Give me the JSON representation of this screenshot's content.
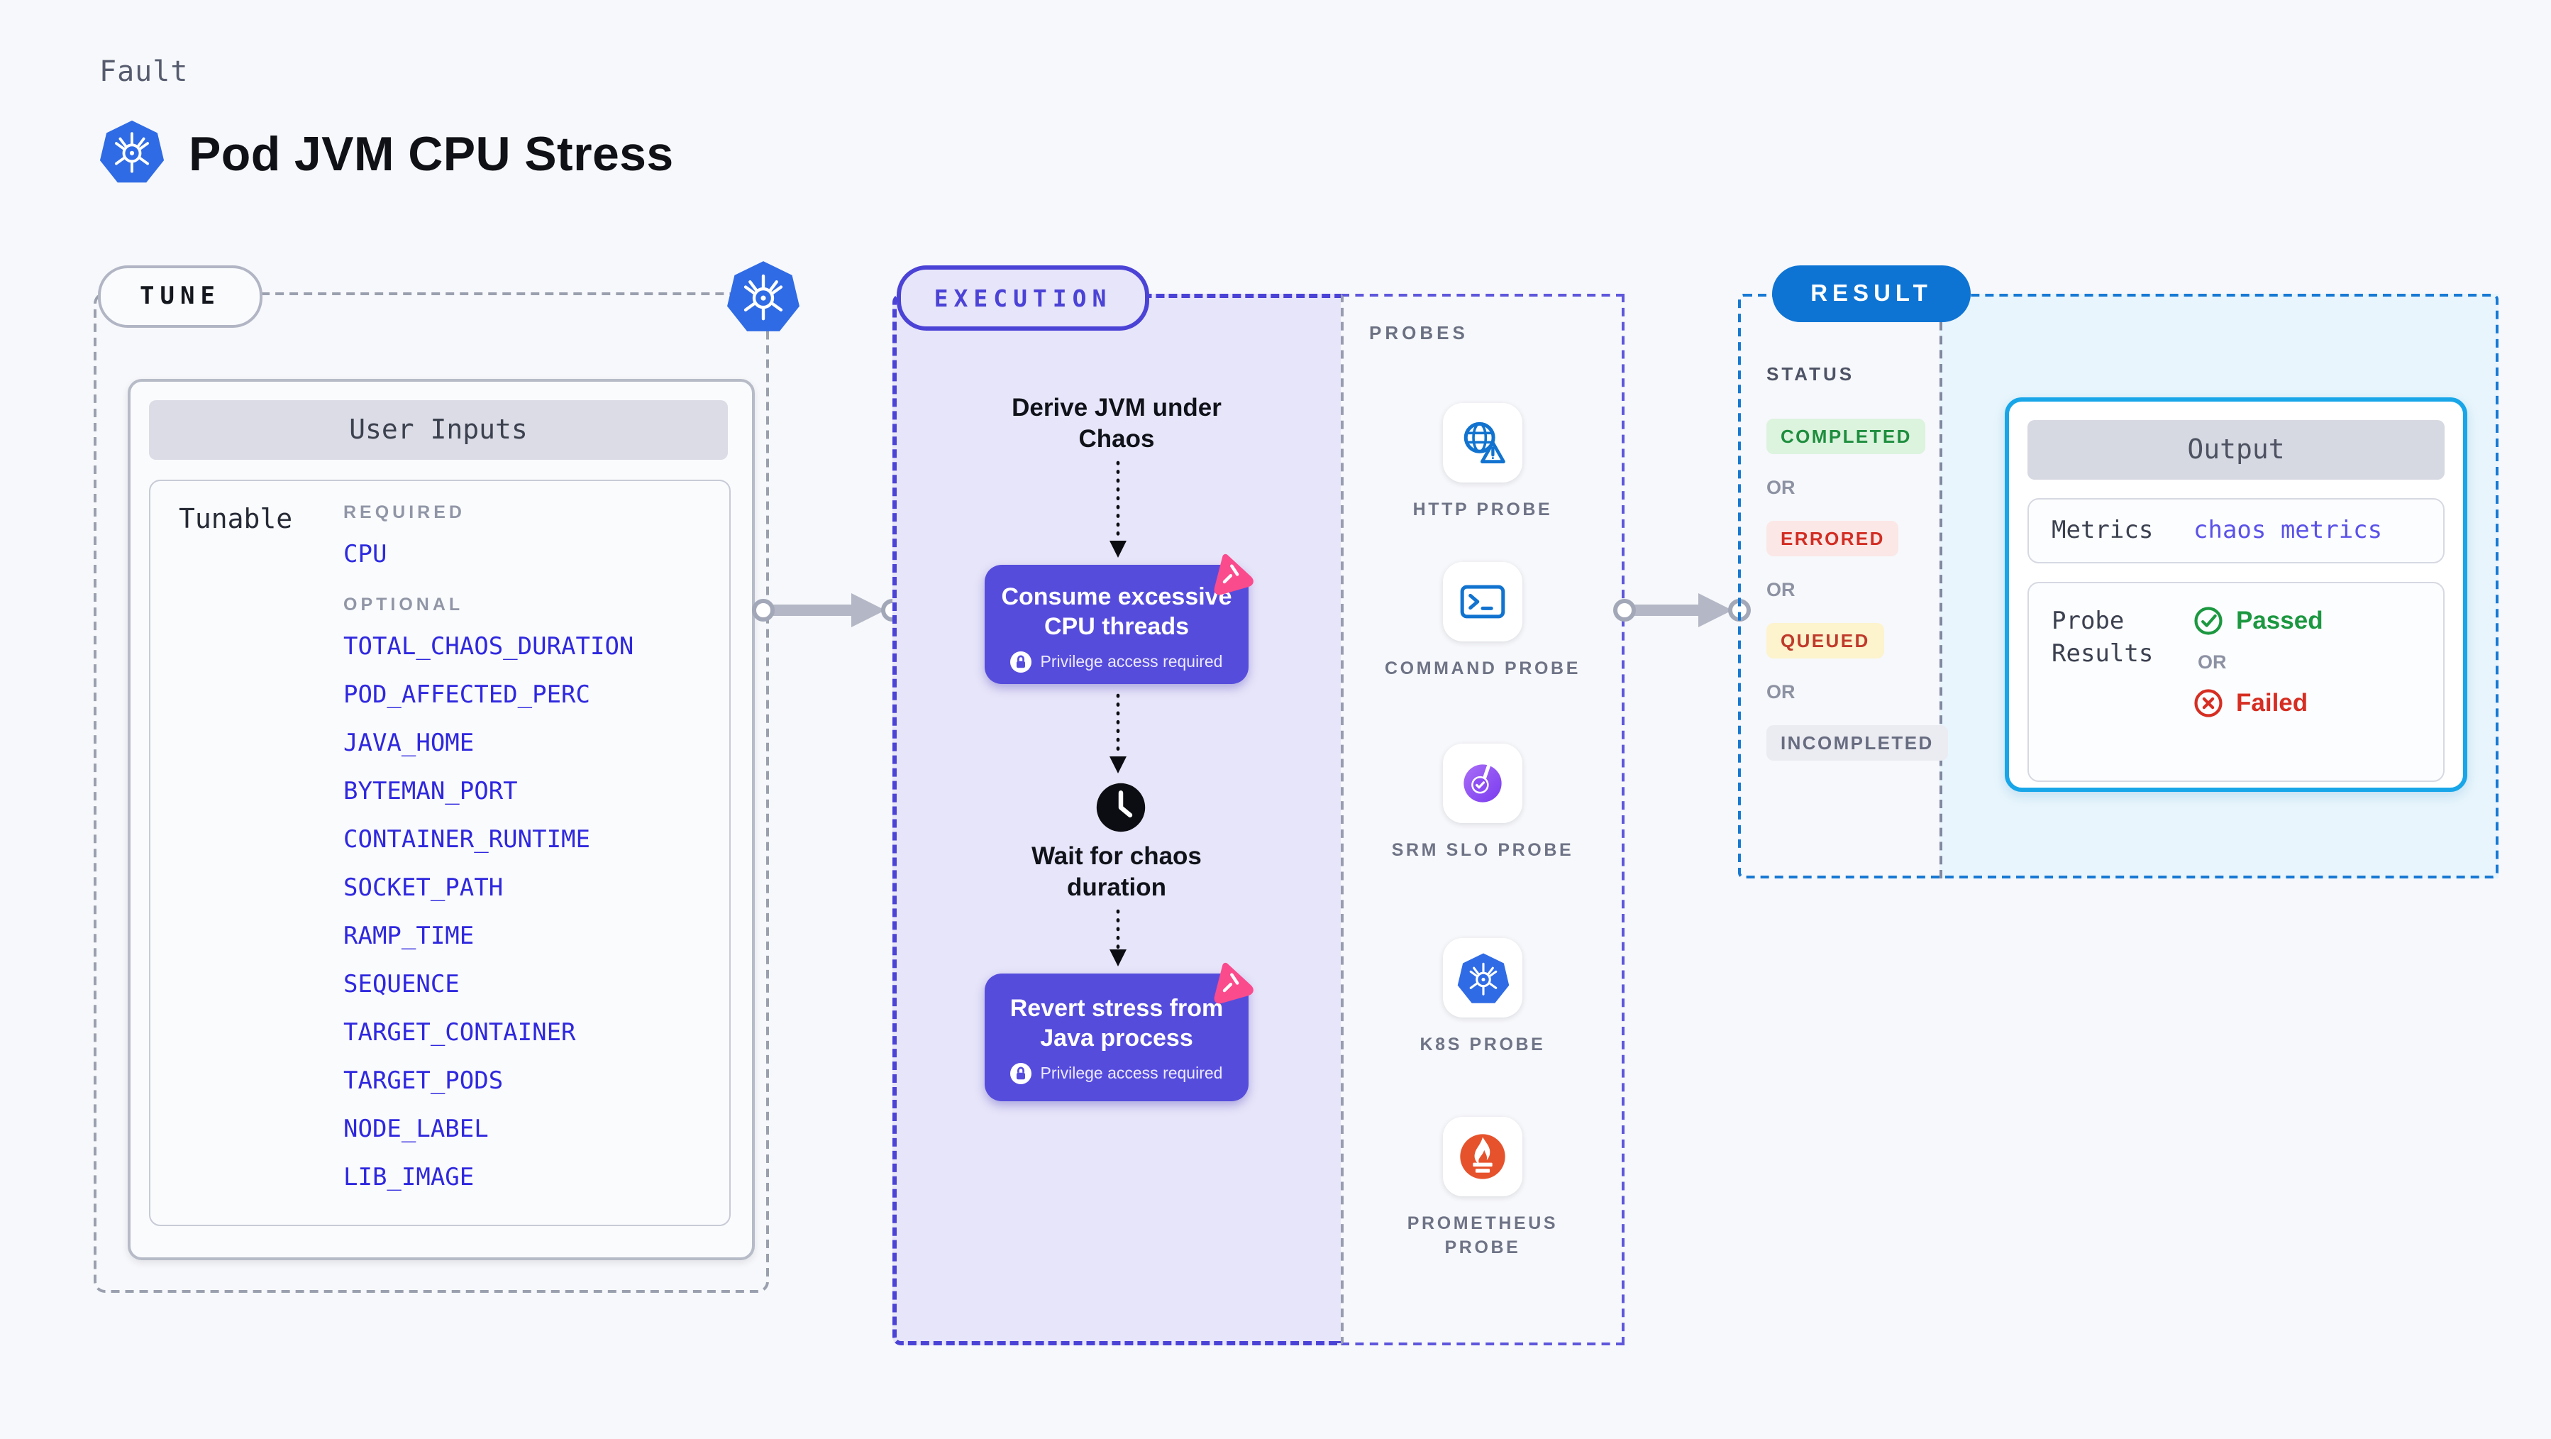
{
  "header": {
    "eyebrow": "Fault",
    "title": "Pod JVM CPU Stress",
    "icon": "kubernetes-icon"
  },
  "tune": {
    "label": "TUNE",
    "corner_icon": "kubernetes-icon",
    "card_title": "User Inputs",
    "row_label": "Tunable",
    "required_label": "REQUIRED",
    "required_items": [
      "CPU"
    ],
    "optional_label": "OPTIONAL",
    "optional_items": [
      "TOTAL_CHAOS_DURATION",
      "POD_AFFECTED_PERC",
      "JAVA_HOME",
      "BYTEMAN_PORT",
      "CONTAINER_RUNTIME",
      "SOCKET_PATH",
      "RAMP_TIME",
      "SEQUENCE",
      "TARGET_CONTAINER",
      "TARGET_PODS",
      "NODE_LABEL",
      "LIB_IMAGE"
    ]
  },
  "execution": {
    "label": "EXECUTION",
    "derive_step": "Derive JVM under Chaos",
    "stress_step": "Consume excessive CPU threads",
    "wait_step": "Wait for chaos duration",
    "revert_step": "Revert stress from Java process",
    "privilege_note": "Privilege access required",
    "step_icons": [
      "clock-icon",
      "lock-icon",
      "chaos-pinwheel-icon"
    ]
  },
  "probes": {
    "label": "PROBES",
    "items": [
      {
        "name": "HTTP PROBE",
        "icon": "globe-alert-icon"
      },
      {
        "name": "COMMAND PROBE",
        "icon": "terminal-icon"
      },
      {
        "name": "SRM SLO PROBE",
        "icon": "slo-gauge-icon"
      },
      {
        "name": "K8S PROBE",
        "icon": "kubernetes-icon"
      },
      {
        "name": "PROMETHEUS PROBE",
        "icon": "prometheus-icon"
      }
    ]
  },
  "result": {
    "label": "RESULT",
    "status_label": "STATUS",
    "or_label": "OR",
    "statuses": [
      {
        "text": "COMPLETED",
        "fg": "#1e8e3e",
        "bg": "#dcf3de"
      },
      {
        "text": "ERRORED",
        "fg": "#d22d23",
        "bg": "#fbe7e6"
      },
      {
        "text": "QUEUED",
        "fg": "#bf3a2b",
        "bg": "#fdf3cd"
      },
      {
        "text": "INCOMPLETED",
        "fg": "#676c80",
        "bg": "#ebecf2"
      }
    ],
    "output": {
      "title": "Output",
      "metrics_label": "Metrics",
      "metrics_value": "chaos metrics",
      "probe_results_label": "Probe Results",
      "passed_label": "Passed",
      "failed_label": "Failed",
      "passed_icon": "check-circle-icon",
      "failed_icon": "x-circle-icon"
    }
  },
  "colors": {
    "page_bg": "#f7f8fb",
    "execution_fill": "#e7e5f9",
    "execution_border": "#4b42d6",
    "chaos_node": "#564cdc",
    "chaos_pink": "#fa4b8d",
    "tune_dash": "#9aa0ae",
    "env_blue": "#2f28de",
    "result_blue": "#0e74d4",
    "result_dash": "#1779d3",
    "output_border": "#18a6e8",
    "output_cyan_bg": "#e8f5fc",
    "probe_icon_blue": "#1173cf",
    "srm_purple": "#8d4df2",
    "prometheus_orange": "#e6522c",
    "kubernetes_blue": "#2f6be5",
    "passed_green": "#1c9840",
    "failed_red": "#d62e22"
  }
}
